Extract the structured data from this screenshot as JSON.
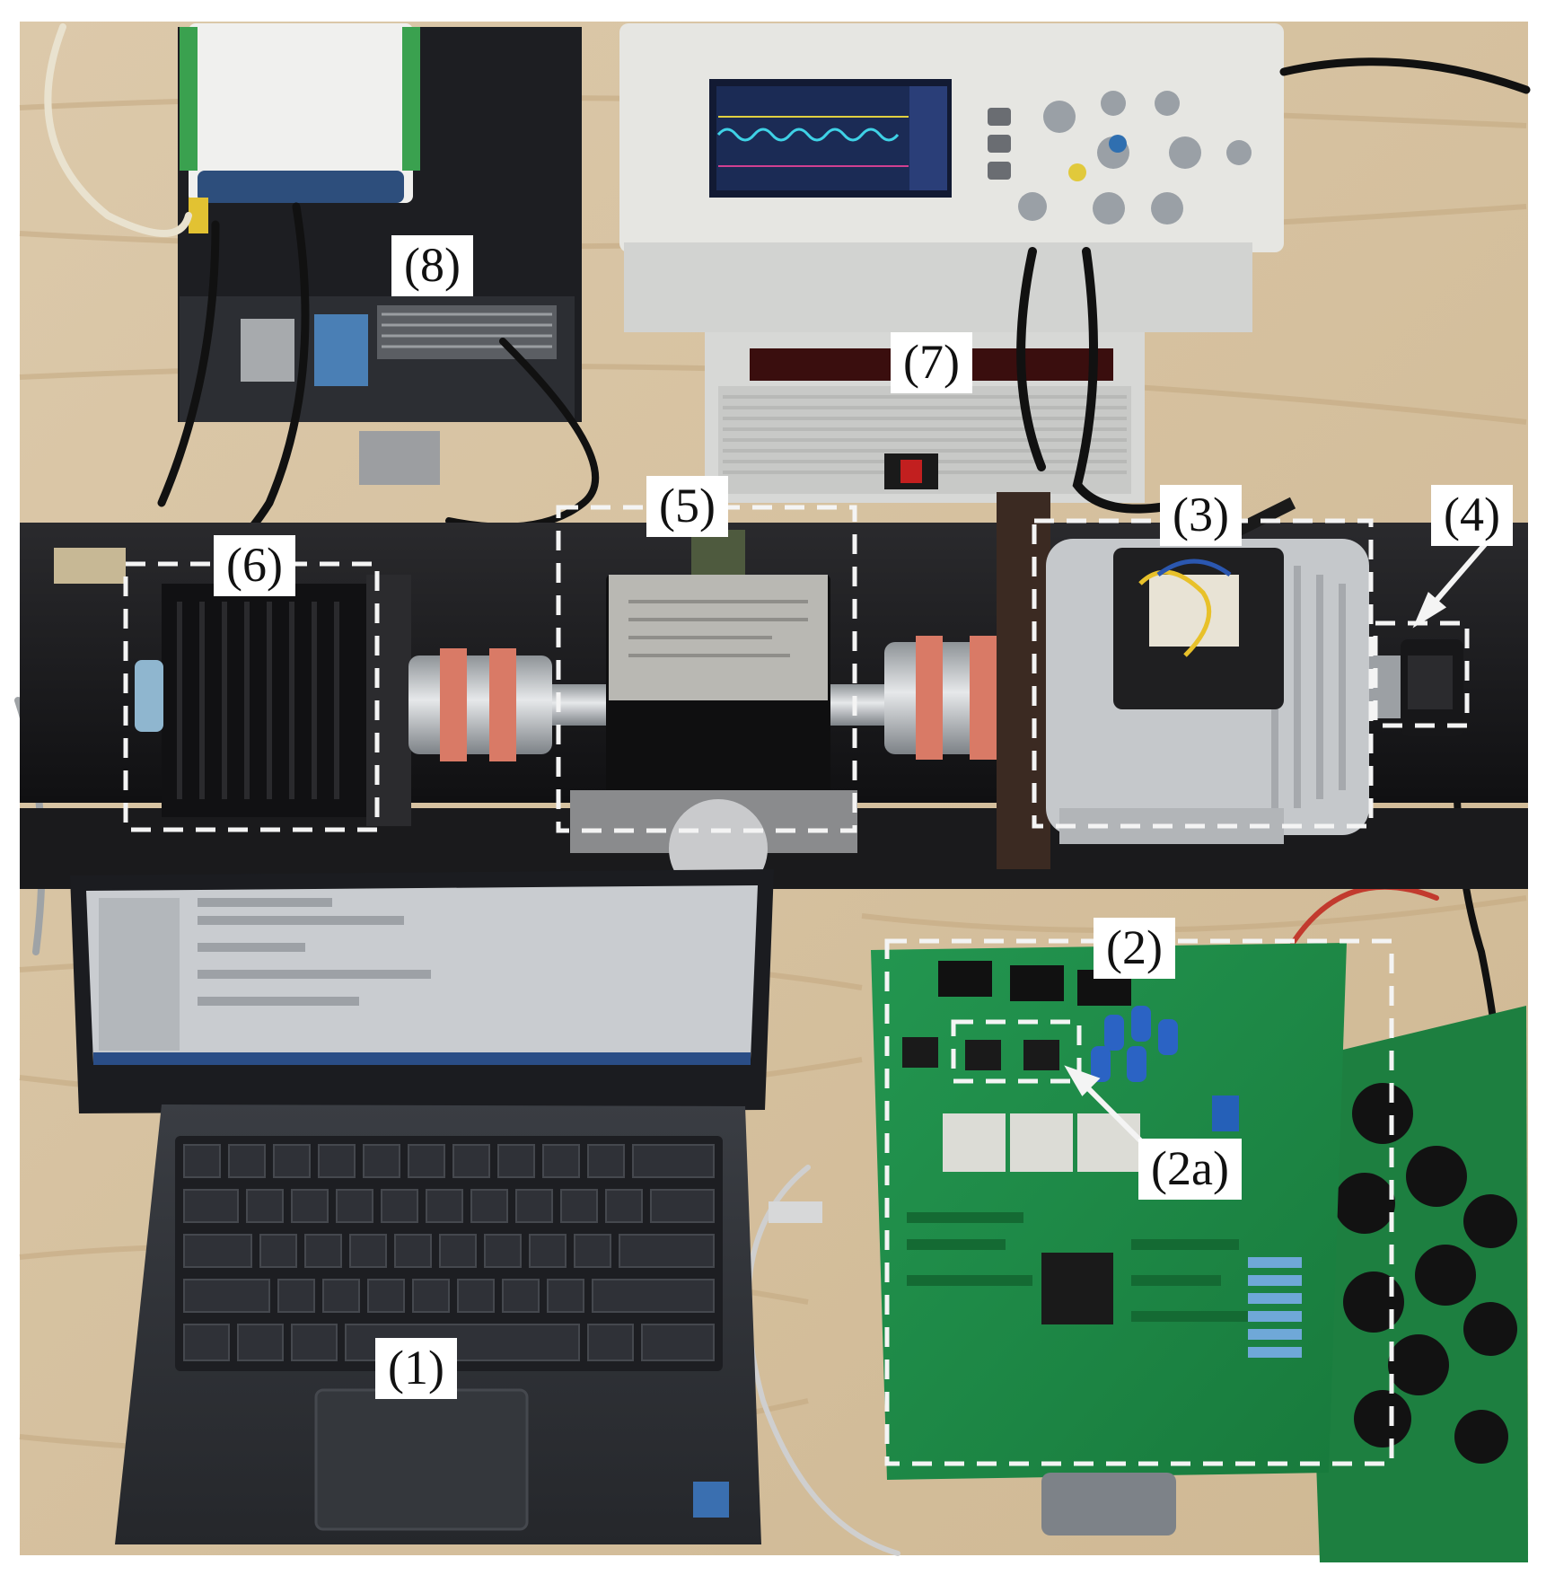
{
  "labels": {
    "l1": "(1)",
    "l2": "(2)",
    "l2a": "(2a)",
    "l3": "(3)",
    "l4": "(4)",
    "l5": "(5)",
    "l6": "(6)",
    "l7": "(7)",
    "l8": "(8)"
  },
  "colors": {
    "wood": "#d8c4a4",
    "wood_grain": "#c9b08c",
    "bench_rail": "#1c1c1e",
    "pcb_green": "#1f8a45",
    "pcb_dark": "#166a34",
    "metal": "#bfc3c7",
    "coupling_red": "#d97a66",
    "dashed_box": "#f2f2f2",
    "laptop_body": "#2e3035",
    "laptop_screen": "#c9ccd0",
    "scope_body": "#e4e4e0",
    "scope_screen": "#1b2b55",
    "capacitor": "#121212"
  }
}
